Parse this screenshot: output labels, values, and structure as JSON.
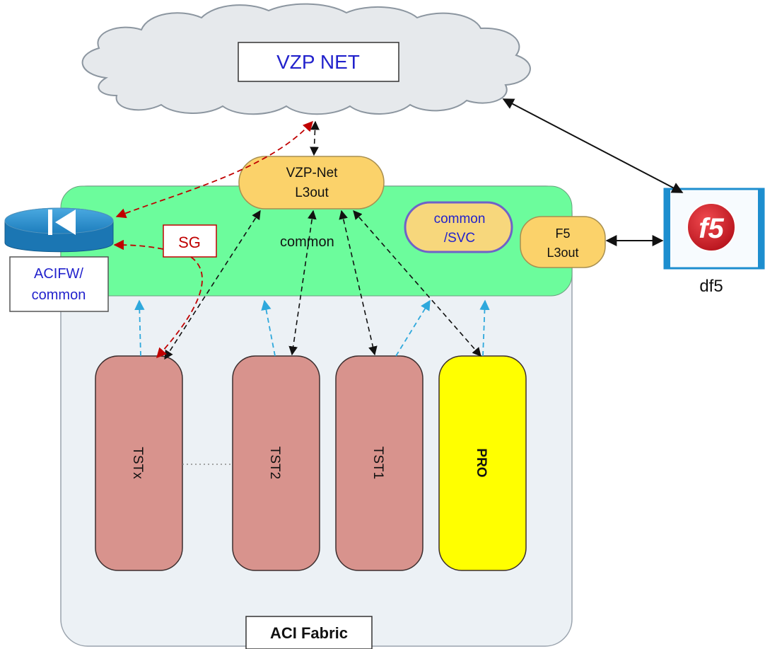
{
  "cloud": {
    "label": "VZP NET"
  },
  "fabric": {
    "label": "ACI Fabric",
    "tenant_label": "common",
    "svc_label_line1": "common",
    "svc_label_line2": "/SVC"
  },
  "l3out_vzp": {
    "line1": "VZP-Net",
    "line2": "L3out"
  },
  "l3out_f5": {
    "line1": "F5",
    "line2": "L3out"
  },
  "firewall": {
    "label_line1": "ACIFW/",
    "label_line2": "common"
  },
  "sg": {
    "label": "SG"
  },
  "f5_device": {
    "logo_text": "f5",
    "label": "df5"
  },
  "tenants": [
    {
      "label": "TSTx"
    },
    {
      "label": "TST2"
    },
    {
      "label": "TST1"
    },
    {
      "label": "PRO"
    }
  ],
  "colors": {
    "cloud_fill": "#e6e9ec",
    "fabric_fill": "#ecf1f5",
    "common_band": "#6cfc9c",
    "l3out_fill": "#fbd26a",
    "tenant_fill": "#d8938d",
    "pro_fill": "#ffff00",
    "svc_fill": "#f7d77c",
    "svc_border": "#6f62c8",
    "firewall_blue": "#2186c6",
    "red_arrow": "#c00000",
    "blue_arrow": "#2ea8dc",
    "f5_red": "#d6161d",
    "label_blue": "#2222cc"
  }
}
